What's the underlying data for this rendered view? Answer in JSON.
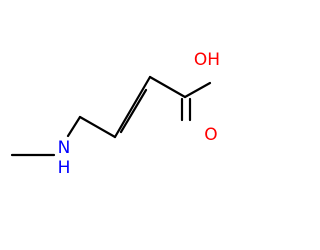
{
  "molecule": {
    "atoms": {
      "hydroxyl": {
        "label": "OH",
        "color": "#ff0000"
      },
      "carbonyl_oxygen": {
        "label": "O",
        "color": "#ff0000"
      },
      "amine": {
        "label": "N",
        "color": "#0000ff"
      },
      "amine_hydrogen": {
        "label": "H",
        "color": "#0000ff"
      }
    },
    "bond_color": "#000000"
  }
}
